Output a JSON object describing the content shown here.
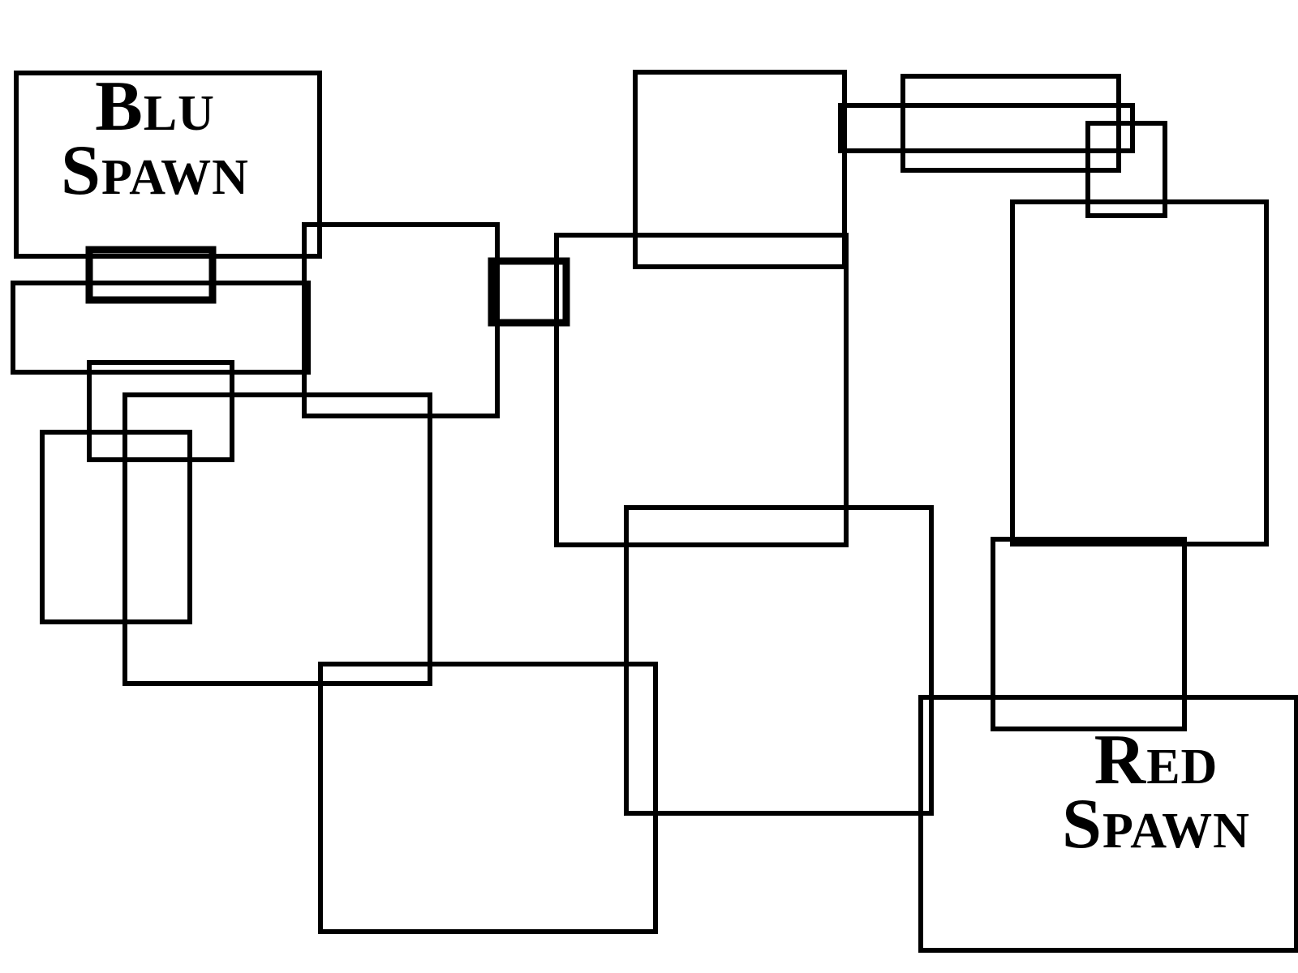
{
  "map": {
    "stroke_color": "#000000",
    "background_color": "#ffffff",
    "blu_spawn": {
      "line1": "Blu",
      "line2": "Spawn"
    },
    "red_spawn": {
      "line1": "Red",
      "line2": "Spawn"
    }
  }
}
